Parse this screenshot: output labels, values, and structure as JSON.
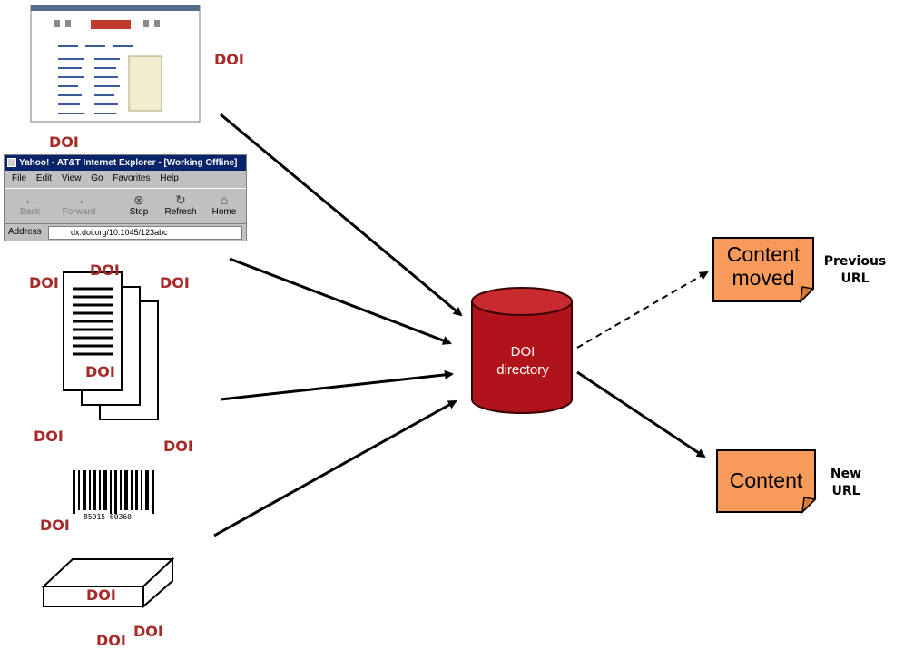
{
  "doi_label": "DOI",
  "browser": {
    "title": "Yahoo! - AT&T Internet Explorer - [Working Offline]",
    "menu": [
      "File",
      "Edit",
      "View",
      "Go",
      "Favorites",
      "Help"
    ],
    "toolbar": [
      "Back",
      "Forward",
      "Stop",
      "Refresh",
      "Home"
    ],
    "address_label": "Address",
    "address_value": "dx.doi.org/10.1045/123abc"
  },
  "directory": {
    "line1": "DOI",
    "line2": "directory"
  },
  "targets": [
    {
      "note_line1": "Content",
      "note_line2": "moved",
      "label_line1": "Previous",
      "label_line2": "URL"
    },
    {
      "note_line1": "Content",
      "label_line1": "New",
      "label_line2": "URL"
    }
  ],
  "barcode_digits": "85015 60360",
  "colors": {
    "doi_text": "#a52a2a",
    "directory_fill": "#b0141a",
    "note_fill": "#f79a5a",
    "browser_title_bar": "#0a246a"
  }
}
